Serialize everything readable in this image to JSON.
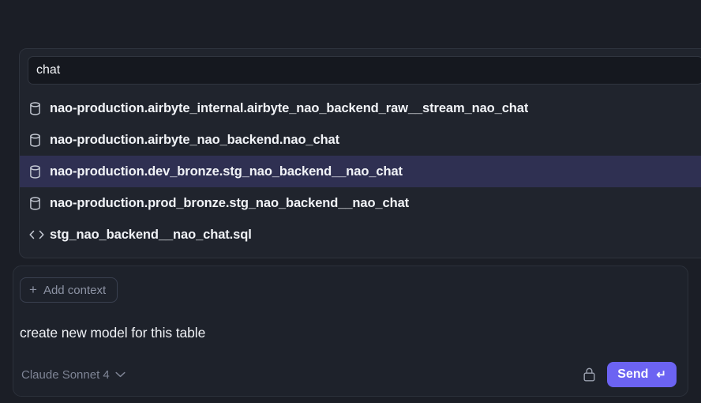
{
  "colors": {
    "background": "#1b1e26",
    "panel": "#20242d",
    "panel_border": "#2e333d",
    "input_background": "#15181f",
    "selected_row": "#2f3052",
    "accent": "#6c63f2",
    "text_primary": "#f1f3f7",
    "text_muted": "#8d93a4"
  },
  "autocomplete": {
    "search": {
      "value": "chat",
      "placeholder": "Search",
      "name": "context-search-input"
    },
    "results": [
      {
        "icon": "database-icon",
        "label": "nao-production.airbyte_internal.airbyte_nao_backend_raw__stream_nao_chat",
        "selected": false
      },
      {
        "icon": "database-icon",
        "label": "nao-production.airbyte_nao_backend.nao_chat",
        "selected": false
      },
      {
        "icon": "database-icon",
        "label": "nao-production.dev_bronze.stg_nao_backend__nao_chat",
        "selected": true
      },
      {
        "icon": "database-icon",
        "label": "nao-production.prod_bronze.stg_nao_backend__nao_chat",
        "selected": false
      },
      {
        "icon": "code-icon",
        "label": "stg_nao_backend__nao_chat.sql",
        "selected": false
      }
    ]
  },
  "composer": {
    "add_context_label": "Add context",
    "add_context_icon": "plus-icon",
    "prompt_text": "create new model for this table",
    "model_label": "Claude Sonnet 4",
    "model_chevron_icon": "chevron-down-icon",
    "lock_icon": "lock-icon",
    "send_label": "Send",
    "send_icon": "return-arrow-icon"
  }
}
